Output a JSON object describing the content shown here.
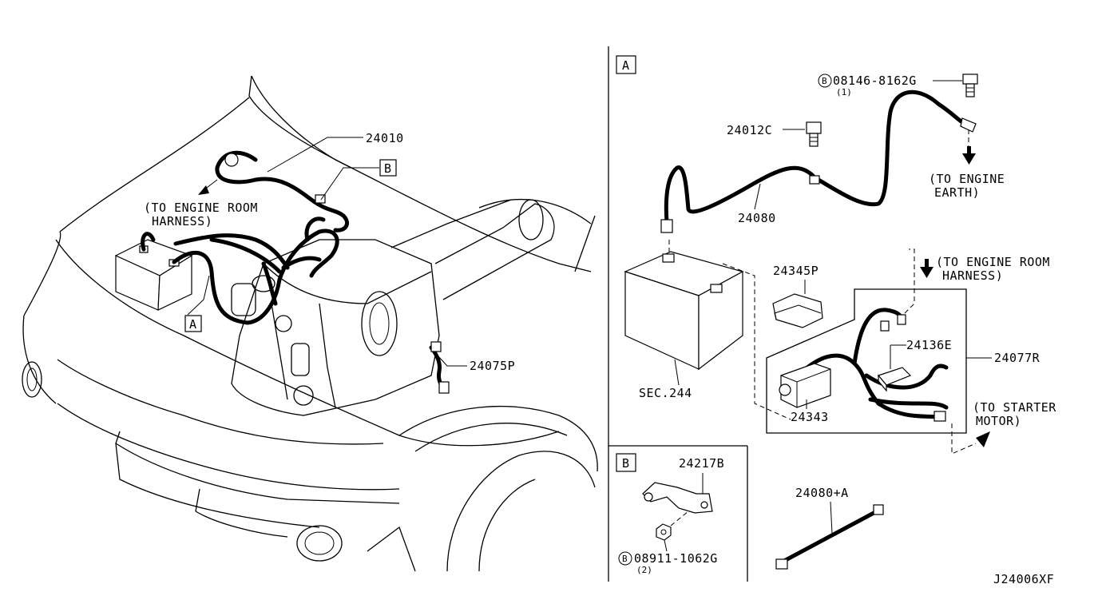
{
  "diagram": {
    "drawing_number": "J24006XF",
    "main_view": {
      "part_24010": "24010",
      "part_24075p": "24075P",
      "callout_a": "A",
      "callout_b": "B",
      "note_engine_room_line1": "(TO ENGINE ROOM",
      "note_engine_room_line2": "HARNESS)"
    },
    "detail_a": {
      "tag": "A",
      "bolt_code": "08146-8162G",
      "bolt_qty": "(1)",
      "bolt_marker": "B",
      "part_24012c": "24012C",
      "part_24080": "24080",
      "note_engine_earth_line1": "(TO ENGINE",
      "note_engine_earth_line2": "EARTH)",
      "part_sec244": "SEC.244",
      "part_24345p": "24345P",
      "part_24136e": "24136E",
      "part_24077r": "24077R",
      "part_24343": "24343",
      "note_engine_room_line1": "(TO ENGINE ROOM",
      "note_engine_room_line2": "HARNESS)",
      "note_starter_line1": "(TO STARTER",
      "note_starter_line2": "MOTOR)",
      "part_24080a": "24080+A"
    },
    "detail_b": {
      "tag": "B",
      "part_24217b": "24217B",
      "nut_marker": "B",
      "nut_code": "08911-1062G",
      "nut_qty": "(2)"
    }
  }
}
